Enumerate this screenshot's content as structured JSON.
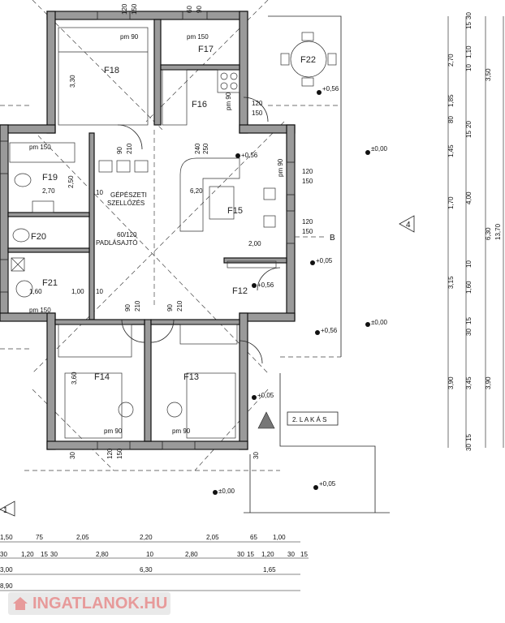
{
  "rooms": {
    "f12": "F12",
    "f13": "F13",
    "f14": "F14",
    "f15": "F15",
    "f16": "F16",
    "f17": "F17",
    "f18": "F18",
    "f19": "F19",
    "f20": "F20",
    "f21": "F21",
    "f22": "F22"
  },
  "labels": {
    "gepeszeti": "GÉPÉSZETI",
    "szellozes": "SZELLŐZÉS",
    "padlasajto": "PADLÁSAJTÓ",
    "padlasajto_size": "60/120",
    "lakas": "2. L A K Á S",
    "section_b": "B",
    "section_4": "4",
    "section_1": "1"
  },
  "levels": {
    "l000a": "±0,00",
    "l000b": "±0,00",
    "l000c": "±0,00",
    "l005a": "+0,05",
    "l005b": "+0,05",
    "l005c": "+0,05",
    "l056a": "+0,56",
    "l056b": "+0,56",
    "l056c": "+0,56",
    "l056d": "+0,56"
  },
  "room_dims": {
    "d270": "2,70",
    "d250": "2,50",
    "d620": "6,20",
    "d200": "2,00",
    "d160": "1,60",
    "d100": "1,00",
    "d330": "3,30",
    "d360": "3,60",
    "pm90a": "pm 90",
    "pm150a": "pm 150",
    "pm150b": "pm 150",
    "pm150c": "pm 150",
    "pm90b": "pm 90",
    "pm90c": "pm 90",
    "pm90d": "pm 90",
    "pm90e": "pm 90",
    "w120a": "120",
    "w150a": "150",
    "w60a": "60",
    "w90a": "90",
    "w90b": "90",
    "w210a": "210",
    "w240a": "240",
    "w250a": "250",
    "w120b": "120",
    "w150b": "150",
    "w120c": "120",
    "w150c": "150",
    "w90c": "90",
    "w210b": "210",
    "w90d": "90",
    "w210c": "210",
    "w120d": "120",
    "w150d": "150",
    "w120e": "120",
    "w150e": "150",
    "w30a": "30",
    "w30b": "30",
    "w10a": "10",
    "w10b": "10"
  },
  "bottom_dims": {
    "row1": [
      "1,50",
      "75",
      "2,05",
      "2,20",
      "2,05",
      "65",
      "1,00"
    ],
    "row2": [
      "30",
      "1,20",
      "15",
      "30",
      "2,80",
      "10",
      "2,80",
      "30",
      "15",
      "1,20",
      "30",
      "15"
    ],
    "row3": [
      "3,00",
      "6,30",
      "1,65"
    ],
    "row4": [
      "8,90"
    ]
  },
  "right_dims": {
    "col1": [
      "2,70",
      "1,85",
      "1,45",
      "1,70",
      "3,15",
      "3,90"
    ],
    "col2": [
      "30",
      "15",
      "1,10",
      "10",
      "80",
      "20",
      "15",
      "4,00",
      "10",
      "1,60",
      "15",
      "30",
      "3,45",
      "15",
      "30"
    ],
    "col3": [
      "3,50",
      "6,30",
      "3,90"
    ],
    "col4": [
      "13,70"
    ]
  },
  "watermark": "INGATLANOK.HU"
}
